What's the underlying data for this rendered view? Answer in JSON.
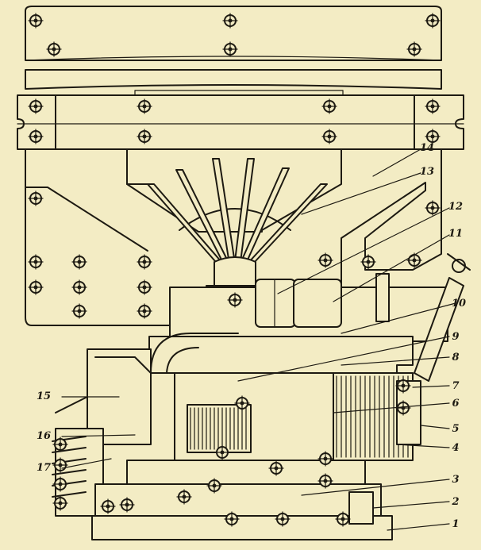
{
  "diagram": {
    "callouts": [
      {
        "number": "1"
      },
      {
        "number": "2"
      },
      {
        "number": "3"
      },
      {
        "number": "4"
      },
      {
        "number": "5"
      },
      {
        "number": "6"
      },
      {
        "number": "7"
      },
      {
        "number": "8"
      },
      {
        "number": "9"
      },
      {
        "number": "10"
      },
      {
        "number": "11"
      },
      {
        "number": "12"
      },
      {
        "number": "13"
      },
      {
        "number": "14"
      },
      {
        "number": "15"
      },
      {
        "number": "16"
      },
      {
        "number": "17"
      }
    ]
  },
  "colors": {
    "paper": "#f3ecc4",
    "ink": "#1d1a12"
  }
}
